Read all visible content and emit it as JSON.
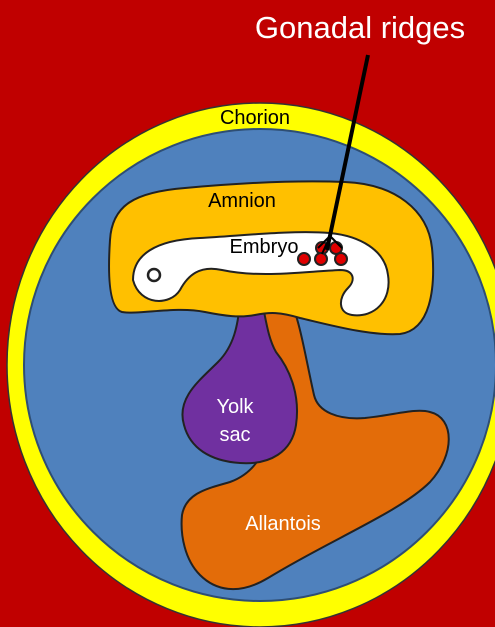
{
  "labels": {
    "title": "Gonadal ridges",
    "chorion": "Chorion",
    "amnion": "Amnion",
    "embryo": "Embryo",
    "yolk_line1": "Yolk",
    "yolk_line2": "sac",
    "allantois": "Allantois"
  },
  "colors": {
    "background": "#c00000",
    "chorion": "#ffff00",
    "cavity": "#4f81bd",
    "amnion": "#ffc000",
    "embryo": "#ffffff",
    "yolk_sac": "#7030a0",
    "allantois": "#e36c09",
    "gonad": "#e00000",
    "title_text": "#ffffff"
  }
}
